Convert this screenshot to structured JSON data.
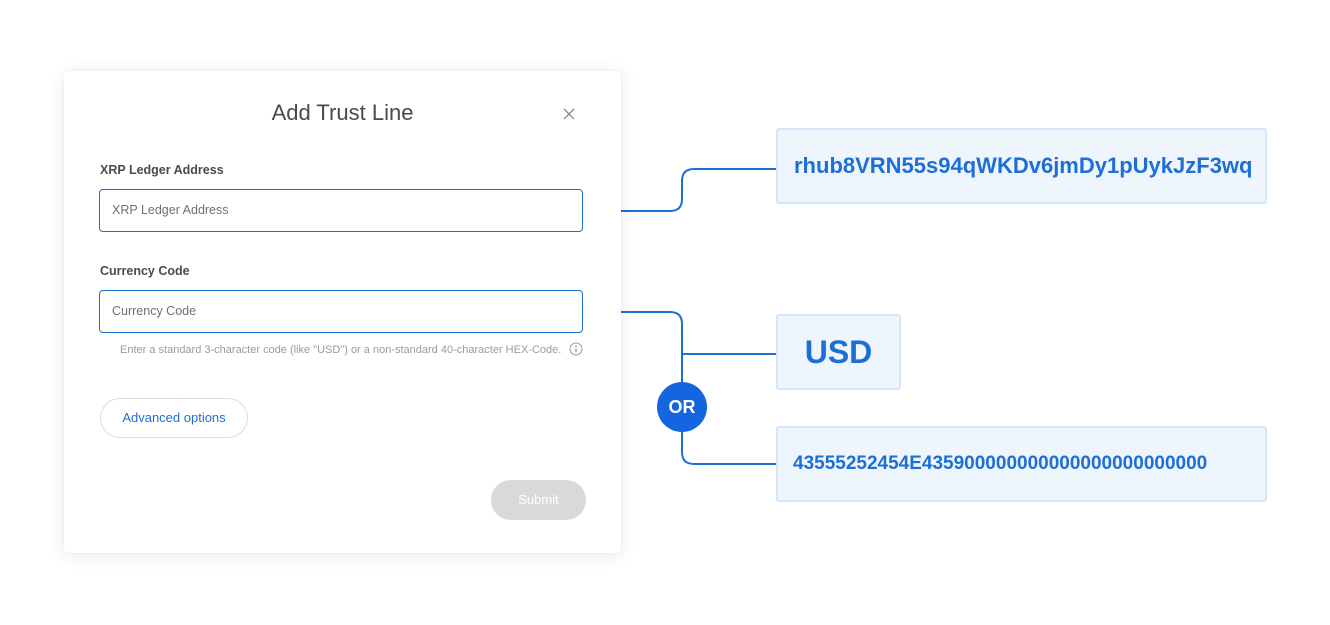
{
  "modal": {
    "title": "Add Trust Line",
    "address_label": "XRP Ledger Address",
    "address_placeholder": "XRP Ledger Address",
    "currency_label": "Currency Code",
    "currency_placeholder": "Currency Code",
    "currency_hint": "Enter a standard 3-character code (like \"USD\") or a non-standard 40-character HEX-Code.",
    "advanced_label": "Advanced options",
    "submit_label": "Submit"
  },
  "callouts": {
    "address_example": "rhub8VRN55s94qWKDv6jmDy1pUykJzF3wq",
    "currency_standard_example": "USD",
    "or_label": "OR",
    "currency_hex_example": "43555252454E435900000000000000000000000"
  },
  "colors": {
    "accent": "#1d6fd8",
    "callout_bg": "#eef5fd",
    "callout_border": "#d3e6fa",
    "or_badge": "#1565e0",
    "submit_disabled": "#d9d9dc"
  },
  "icons": {
    "close": "close-icon",
    "info": "info-icon"
  }
}
